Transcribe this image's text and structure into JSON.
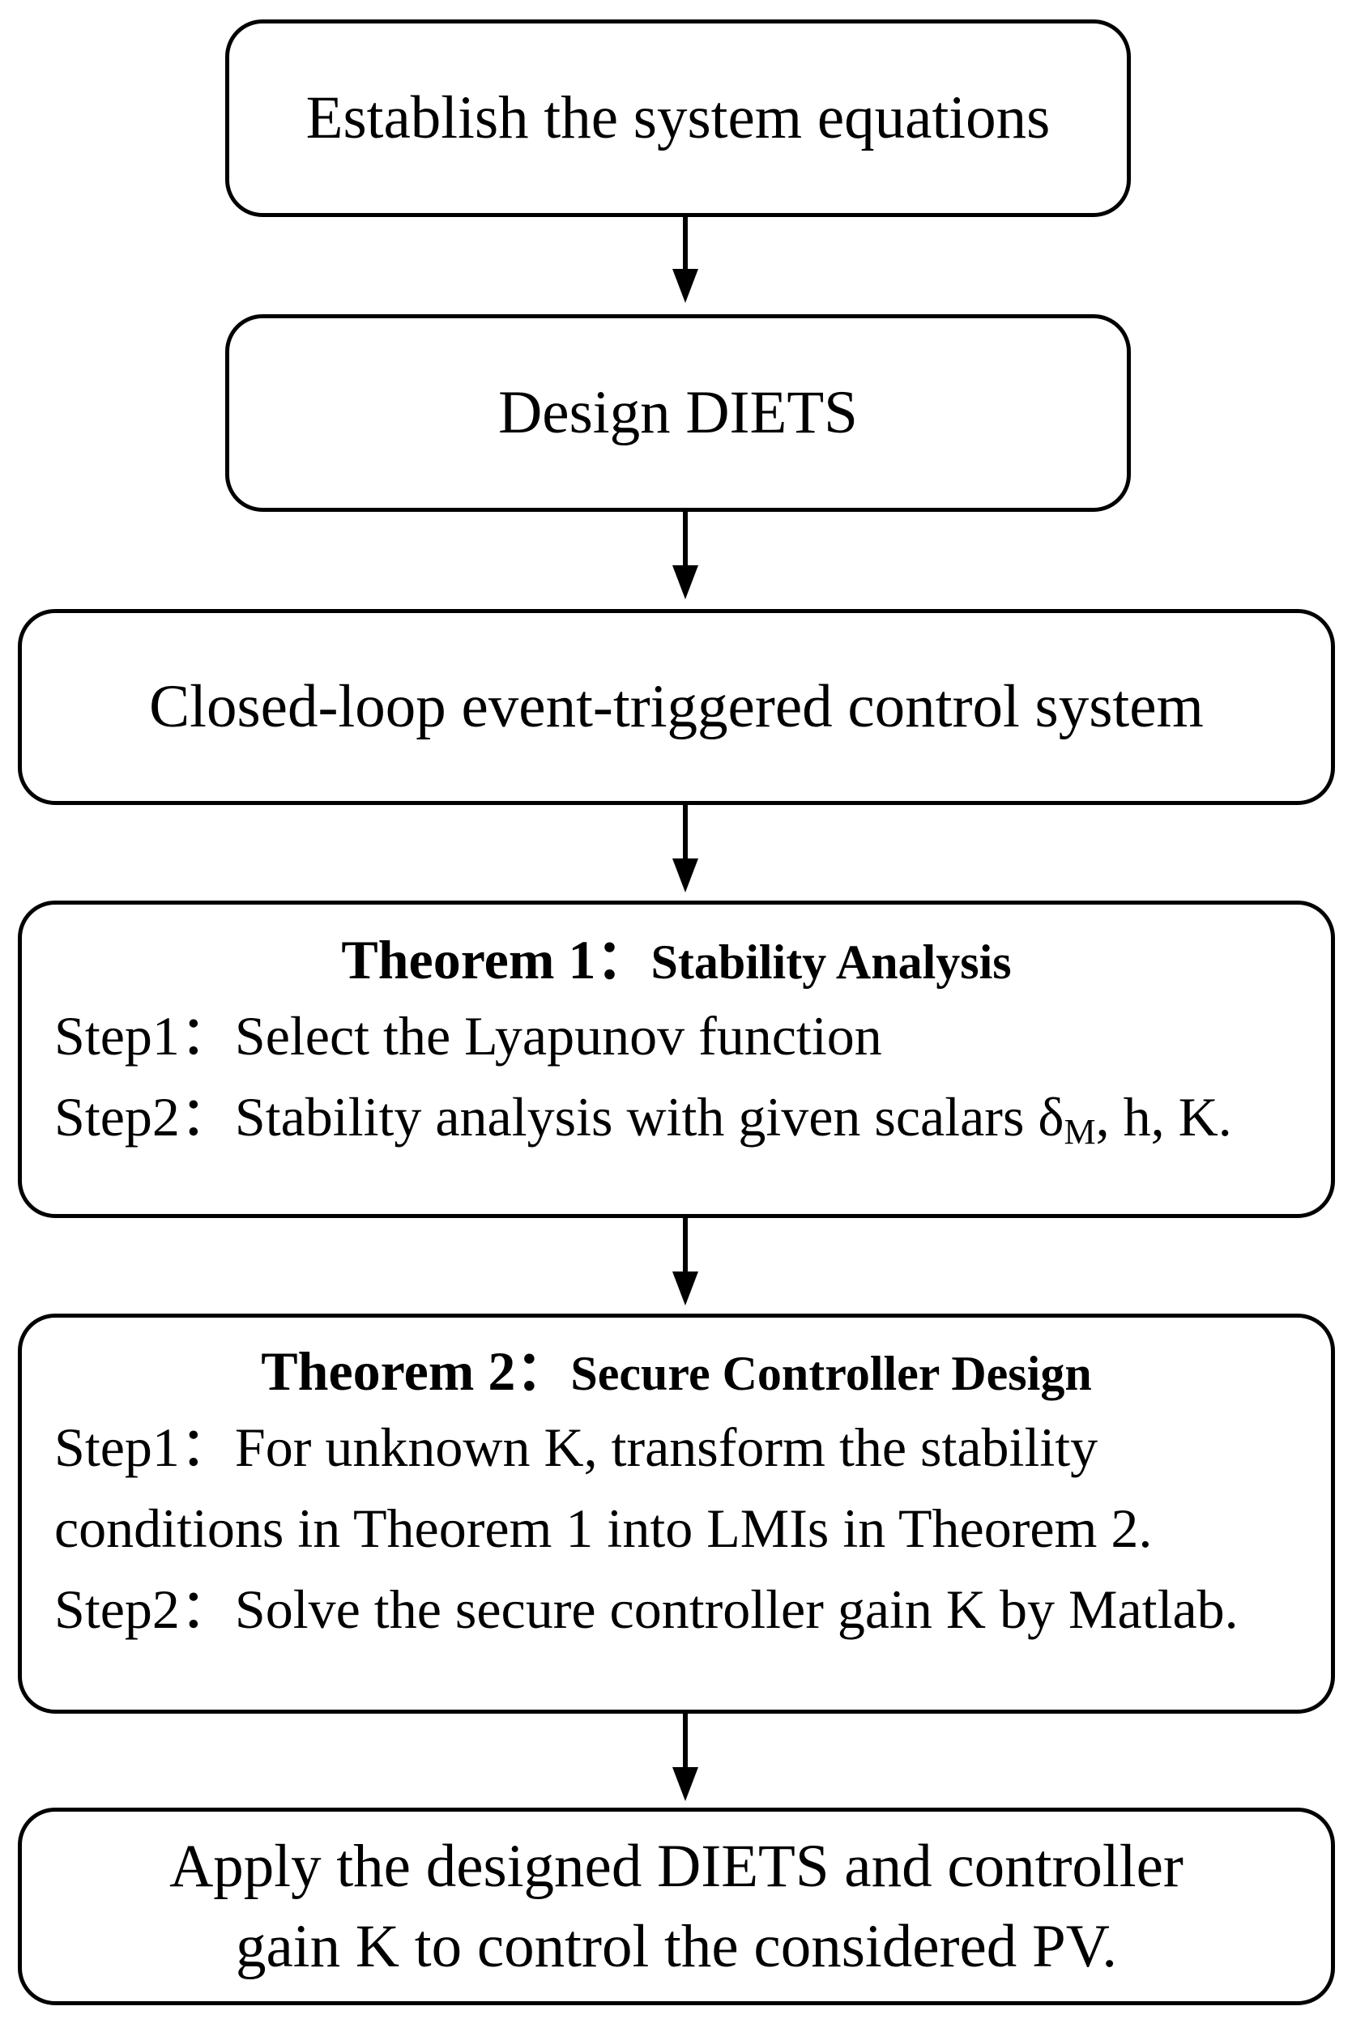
{
  "flowchart": {
    "step_establish": "Establish the system equations",
    "step_design": "Design DIETS",
    "step_closed_loop": "Closed-loop event-triggered control system",
    "theorem1": {
      "number": "Theorem 1：",
      "name": "Stability Analysis",
      "step1_label": "Step1：",
      "step1_text": "Select the Lyapunov function",
      "step2_label": "Step2：",
      "step2_text_before": "Stability analysis with given scalars δ",
      "step2_subscript": "M",
      "step2_text_after": ", h, K."
    },
    "theorem2": {
      "number": "Theorem 2：",
      "name": "Secure Controller Design",
      "step1_label": "Step1：",
      "step1_text": "For unknown K, transform the stability conditions in Theorem 1 into LMIs in Theorem 2.",
      "step2_label": "Step2：",
      "step2_text": "Solve the secure controller gain K by Matlab."
    },
    "step_apply": "Apply the designed DIETS and controller gain K to control the considered PV."
  },
  "colors": {
    "line": "#000000",
    "background": "#ffffff"
  }
}
